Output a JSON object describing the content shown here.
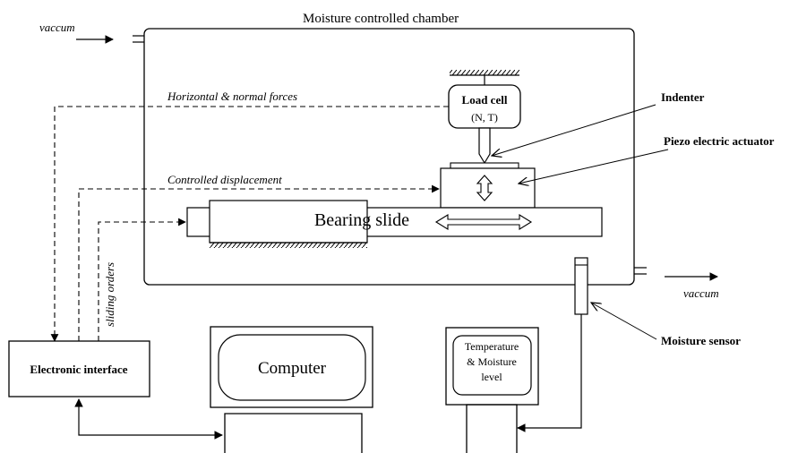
{
  "labels": {
    "chamber_title": "Moisture controlled chamber",
    "vacuum_in": "vaccum",
    "vacuum_out": "vaccum",
    "forces": "Horizontal & normal forces",
    "displacement": "Controlled displacement",
    "sliding_orders": "sliding orders",
    "load_cell": "Load cell",
    "load_cell_units": "(N, T)",
    "indenter": "Indenter",
    "piezo": "Piezo electric actuator",
    "bearing_slide": "Bearing slide",
    "moisture_sensor": "Moisture sensor",
    "electronic_interface": "Electronic interface",
    "computer": "Computer",
    "display_line1": "Temperature",
    "display_line2": "& Moisture",
    "display_line3": "level"
  }
}
